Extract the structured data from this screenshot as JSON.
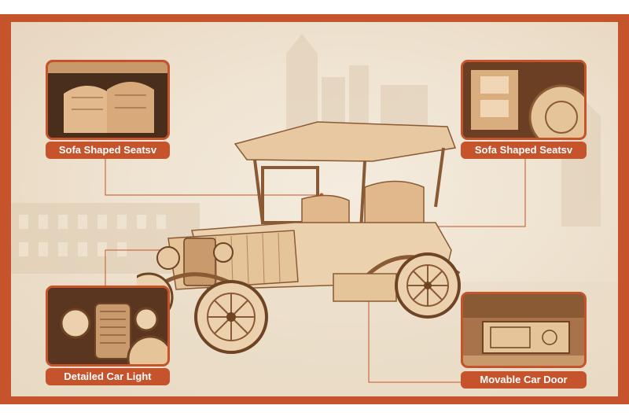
{
  "callouts": {
    "top_left": {
      "label": "Sofa Shaped Seatsv",
      "icon": "seats-closeup-photo"
    },
    "top_right": {
      "label": "Sofa Shaped Seatsv",
      "icon": "seat-detail-closeup-photo"
    },
    "bottom_left": {
      "label": "Detailed Car Light",
      "icon": "car-light-closeup-photo"
    },
    "bottom_right": {
      "label": "Movable Car Door",
      "icon": "car-door-closeup-photo"
    }
  },
  "colors": {
    "frame": "#c5532b",
    "background": "#efe3d1",
    "wood_light": "#e8c8a0",
    "wood_dark": "#8a5a34",
    "leader_line": "#c5532b"
  },
  "main_image": {
    "icon": "wooden-vintage-car-model"
  }
}
